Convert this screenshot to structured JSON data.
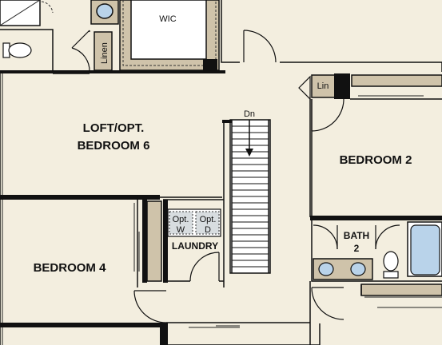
{
  "labels": {
    "wic": "WIC",
    "linen": "Linen",
    "lin": "Lin",
    "dn": "Dn",
    "loft_line1": "LOFT/OPT.",
    "loft_line2": "BEDROOM 6",
    "bedroom2": "BEDROOM 2",
    "bedroom4": "BEDROOM 4",
    "bath2_line1": "BATH",
    "bath2_line2": "2",
    "laundry": "LAUNDRY",
    "opt_w_line1": "Opt.",
    "opt_w_line2": "W",
    "opt_d_line1": "Opt.",
    "opt_d_line2": "D"
  },
  "colors": {
    "wall": "#111111",
    "floor": "#f3eedf",
    "cabinet": "#cfc3aa",
    "fixture": "#b9d3ea",
    "appliance": "#d8dde0"
  }
}
